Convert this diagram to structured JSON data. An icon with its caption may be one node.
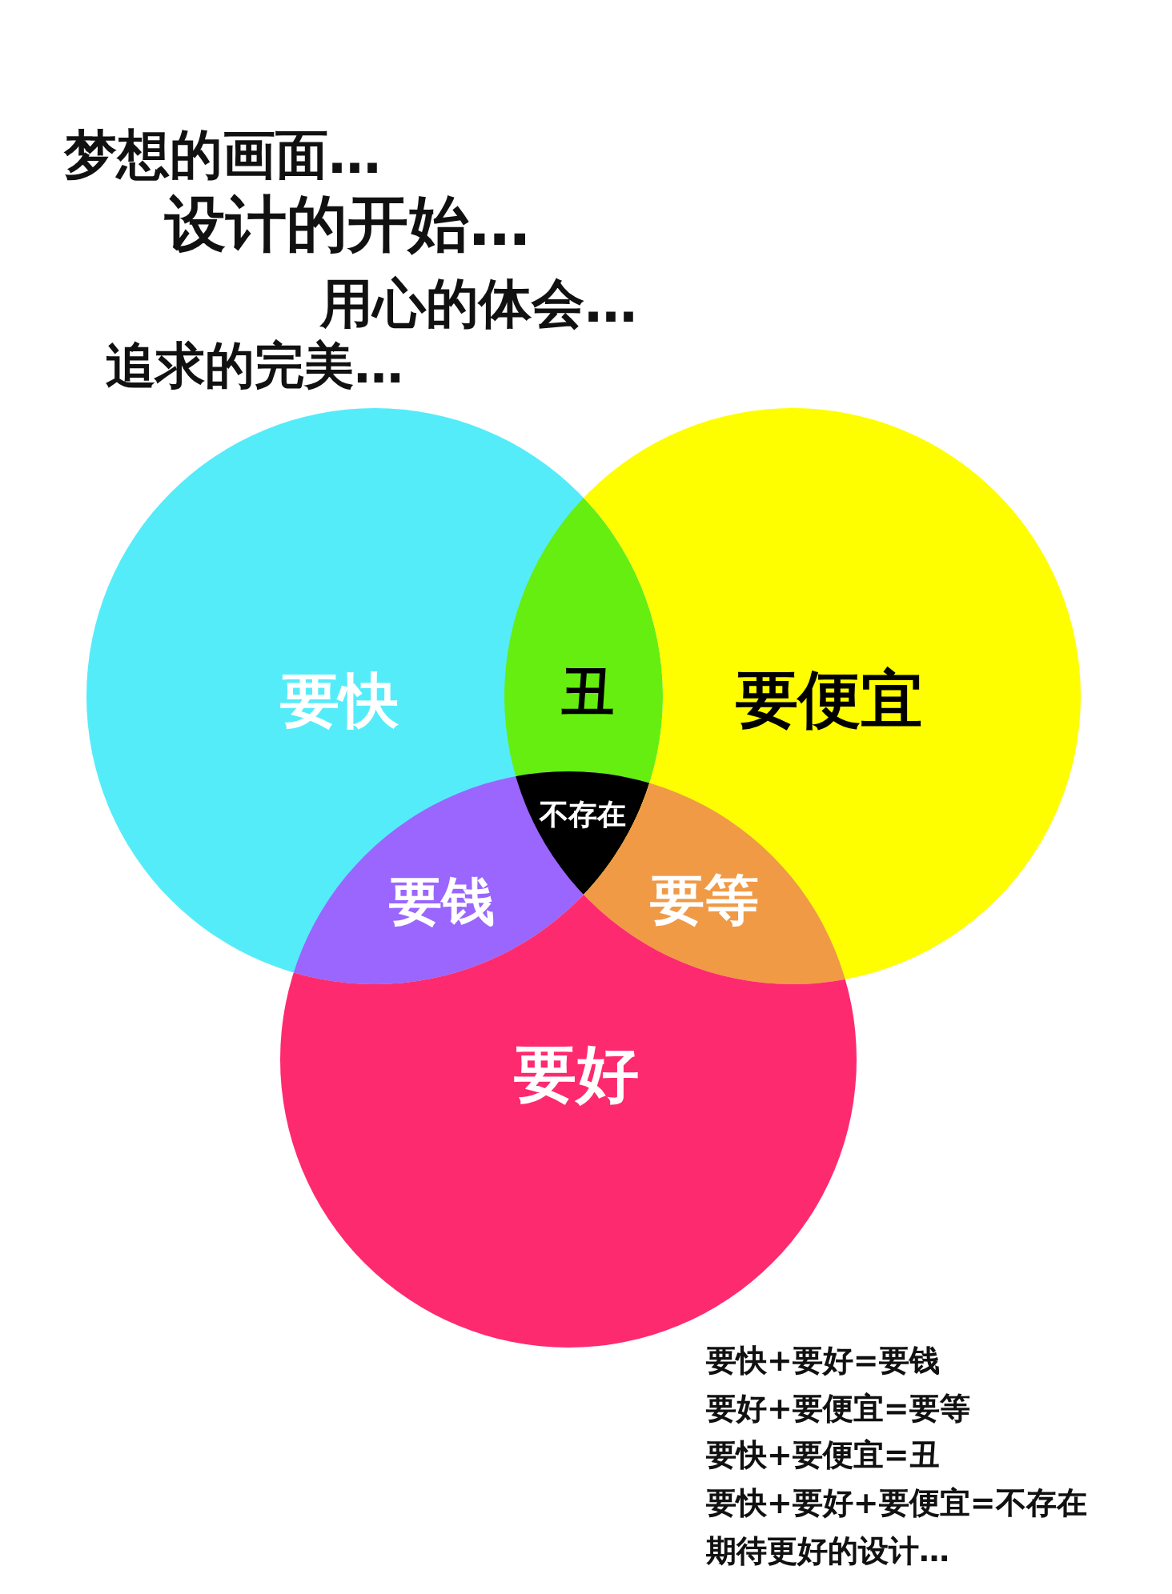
{
  "diagram": {
    "nodes": [
      {
        "text": [
          "要快"
        ]
      },
      {
        "text": [
          "要便宜"
        ]
      },
      {
        "text": [
          "要好"
        ]
      }
    ],
    "labels": [
      "梦想的画面…",
      "设计的开始…",
      "用心的体会…",
      "追求的完美…",
      "丑",
      "不存在",
      "要钱",
      "要等",
      "要快+要好=要钱",
      "要好+要便宜=要等",
      "要快+要便宜=丑",
      "要快+要好+要便宜=不存在",
      "期待更好的设计…"
    ]
  }
}
